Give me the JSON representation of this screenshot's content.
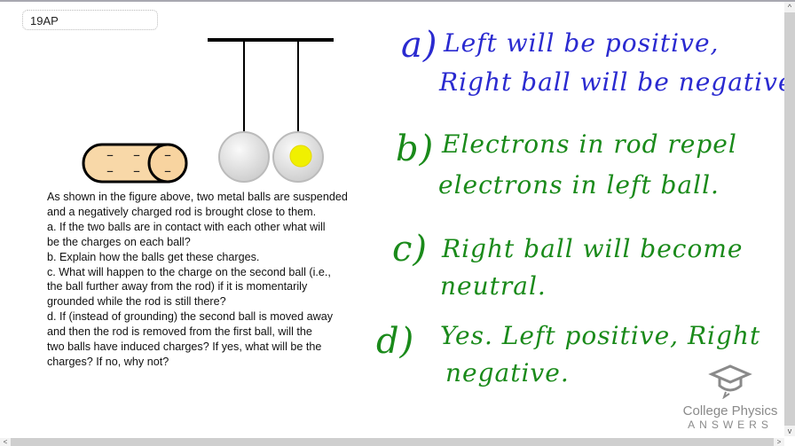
{
  "header": {
    "problem_id": "19AP"
  },
  "question": {
    "lines": [
      "As shown in the figure above, two metal balls are suspended",
      "and a negatively charged rod is brought close to them.",
      "a. If the two balls are in contact with each other what will",
      "be the charges on each ball?",
      "b. Explain how the balls get these charges.",
      "c. What will happen to the charge on the second ball (i.e.,",
      "the ball further away from the rod) if it is momentarily",
      "grounded while the rod is still there?",
      "d. If (instead of grounding) the second ball is moved away",
      "and then the rod is removed from the first ball, will the",
      "two balls have induced charges? If yes, what will be the",
      "charges? If no, why not?"
    ]
  },
  "figure": {
    "rod_charges": [
      "–",
      "–",
      "–",
      "–",
      "–",
      "–"
    ]
  },
  "answers": {
    "a": {
      "label": "a)",
      "line1": "Left will be positive,",
      "line2": "Right ball will be negative."
    },
    "b": {
      "label": "b)",
      "line1": "Electrons in rod repel",
      "line2": "electrons in left ball."
    },
    "c": {
      "label": "c)",
      "line1": "Right ball will become",
      "line2": "neutral."
    },
    "d": {
      "label": "d)",
      "line1": "Yes. Left positive, Right",
      "line2": "negative."
    }
  },
  "logo": {
    "line1": "College Physics",
    "line2": "ANSWERS"
  },
  "scrollbars": {
    "up": "^",
    "down": "v",
    "left": "<",
    "right": ">"
  },
  "colors": {
    "answer_a": "#2a2ad0",
    "answers_bcd": "#1a8a1a",
    "rod": "#f8d8a8",
    "probe": "#f0f000"
  }
}
